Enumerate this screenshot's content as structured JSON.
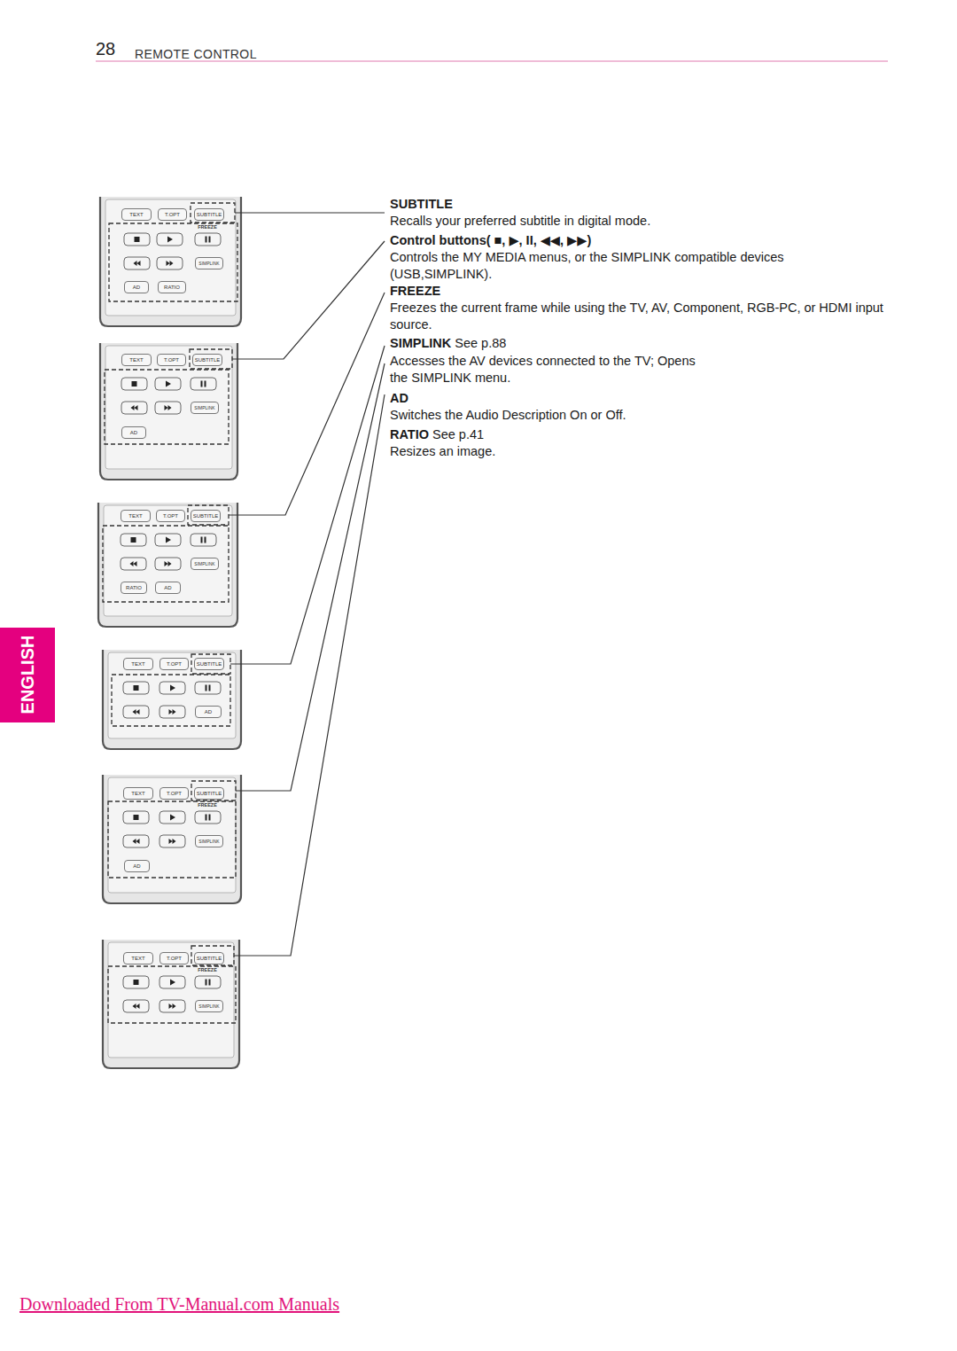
{
  "diagram": {
    "nodes": [
      {
        "text": [
          "TEXT"
        ]
      },
      {
        "text": [
          "T.OPT"
        ]
      },
      {
        "text": [
          "SUBTITLE"
        ]
      },
      {
        "text": [
          "SIMPLINK"
        ]
      },
      {
        "text": [
          "AD"
        ]
      },
      {
        "text": [
          "RATIO"
        ]
      },
      {
        "text": [
          "TEXT"
        ]
      },
      {
        "text": [
          "T.OPT"
        ]
      },
      {
        "text": [
          "SUBTITLE"
        ]
      },
      {
        "text": [
          "SIMPLINK"
        ]
      },
      {
        "text": [
          "AD"
        ]
      },
      {
        "text": [
          "TEXT"
        ]
      },
      {
        "text": [
          "T.OPT"
        ]
      },
      {
        "text": [
          "SUBTITLE"
        ]
      },
      {
        "text": [
          "SIMPLINK"
        ]
      },
      {
        "text": [
          "RATIO"
        ]
      },
      {
        "text": [
          "AD"
        ]
      },
      {
        "text": [
          "TEXT"
        ]
      },
      {
        "text": [
          "T.OPT"
        ]
      },
      {
        "text": [
          "SUBTITLE"
        ]
      },
      {
        "text": [
          "AD"
        ]
      },
      {
        "text": [
          "TEXT"
        ]
      },
      {
        "text": [
          "T.OPT"
        ]
      },
      {
        "text": [
          "SUBTITLE"
        ]
      },
      {
        "text": [
          "SIMPLINK"
        ]
      },
      {
        "text": [
          "AD"
        ]
      },
      {
        "text": [
          "TEXT"
        ]
      },
      {
        "text": [
          "T.OPT"
        ]
      },
      {
        "text": [
          "SUBTITLE"
        ]
      },
      {
        "text": [
          "SIMPLINK"
        ]
      }
    ],
    "labels": [
      "28",
      "REMOTE CONTROL",
      "ENGLISH",
      "FREEZE",
      "FREEZE",
      "FREEZE",
      "SUBTITLE",
      "Recalls your preferred subtitle in digital mode.",
      "Control buttons( ■, ▶, II, ◀◀, ▶▶)",
      "Controls the MY MEDIA menus, or the SIMPLINK compatible devices (USB,SIMPLINK).",
      "FREEZE",
      "Freezes the current frame while using the TV, AV, Component, RGB-PC, or HDMI input source.",
      "SIMPLINK",
      "See p.88",
      "Accesses the AV devices connected to the TV; Opens the SIMPLINK menu.",
      "AD",
      "Switches the Audio Description On or Off.",
      "RATIO",
      "See p.41",
      "Resizes an image.",
      "Downloaded From TV-Manual.com Manuals"
    ]
  }
}
